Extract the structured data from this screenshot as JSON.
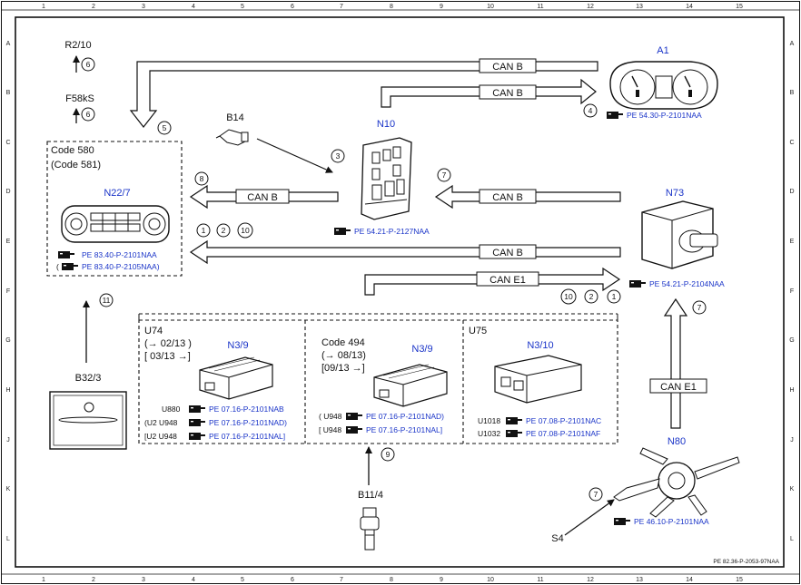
{
  "diagram": {
    "ref": "PE 82.36-P-2053-97NAA",
    "grid_cols": [
      "1",
      "2",
      "3",
      "4",
      "5",
      "6",
      "7",
      "8",
      "9",
      "10",
      "11",
      "12",
      "13",
      "14",
      "15"
    ],
    "grid_rows": [
      "A",
      "B",
      "C",
      "D",
      "E",
      "F",
      "G",
      "H",
      "J",
      "K",
      "L"
    ],
    "bus_labels": {
      "can_b_top": "CAN B",
      "can_b_a1": "CAN B",
      "can_b_n22": "CAN B",
      "can_b_n73": "CAN B",
      "can_b_long": "CAN B",
      "can_e1": "CAN E1",
      "can_e1_vert": "CAN E1"
    },
    "components": {
      "r2_10": "R2/10",
      "f58ks": "F58kS",
      "a1": "A1",
      "a1_ref": "PE 54.30-P-2101NAA",
      "b14": "B14",
      "n10": "N10",
      "n10_ref": "PE 54.21-P-2127NAA",
      "code580": "Code 580",
      "code581": "(Code 581)",
      "n22": "N22/7",
      "n22_ref1": "PE 83.40-P-2101NAA",
      "n22_ref2": "(",
      "n22_ref2b": "PE 83.40-P-2105NAA)",
      "n73": "N73",
      "n73_ref": "PE 54.21-P-2104NAA",
      "b32": "B32/3",
      "u74": "U74",
      "u74_d1": "(→ 02/13 )",
      "u74_d2": "[ 03/13 →]",
      "n39_a": "N3/9",
      "u74_r1_code": "U880",
      "u74_r1_ref": "PE 07.16-P-2101NAB",
      "u74_r2_code": "(U2  U948",
      "u74_r2_ref": "PE 07.16-P-2101NAD)",
      "u74_r3_code": "[U2  U948",
      "u74_r3_ref": "PE 07.16-P-2101NAL]",
      "code494": "Code 494",
      "c494_d1": "(→ 08/13)",
      "c494_d2": "[09/13 →]",
      "n39_b": "N3/9",
      "c494_r1_code": "( U948",
      "c494_r1_ref": "PE 07.16-P-2101NAD)",
      "c494_r2_code": "[ U948",
      "c494_r2_ref": "PE 07.16-P-2101NAL]",
      "u75": "U75",
      "n310": "N3/10",
      "u75_r1_code": "U1018",
      "u75_r1_ref": "PE 07.08-P-2101NAC",
      "u75_r2_code": "U1032",
      "u75_r2_ref": "PE 07.08-P-2101NAF",
      "n80": "N80",
      "n80_ref": "PE 46.10-P-2101NAA",
      "b11_4": "B11/4",
      "s4": "S4"
    },
    "callouts": {
      "c_r2": "6",
      "c_f58": "6",
      "c_n22in": "5",
      "c_a1": "4",
      "c_b14": "3",
      "c_n22out": "8",
      "c_n10in": "7",
      "c_e1": "1",
      "c_e2": "2",
      "c_e3": "10",
      "c_f1": "10",
      "c_f2": "2",
      "c_f3": "1",
      "c_b32": "11",
      "c_n73": "7",
      "c_b11": "9",
      "c_s4": "7"
    },
    "ref_icon": "pointing-hand-icon"
  }
}
